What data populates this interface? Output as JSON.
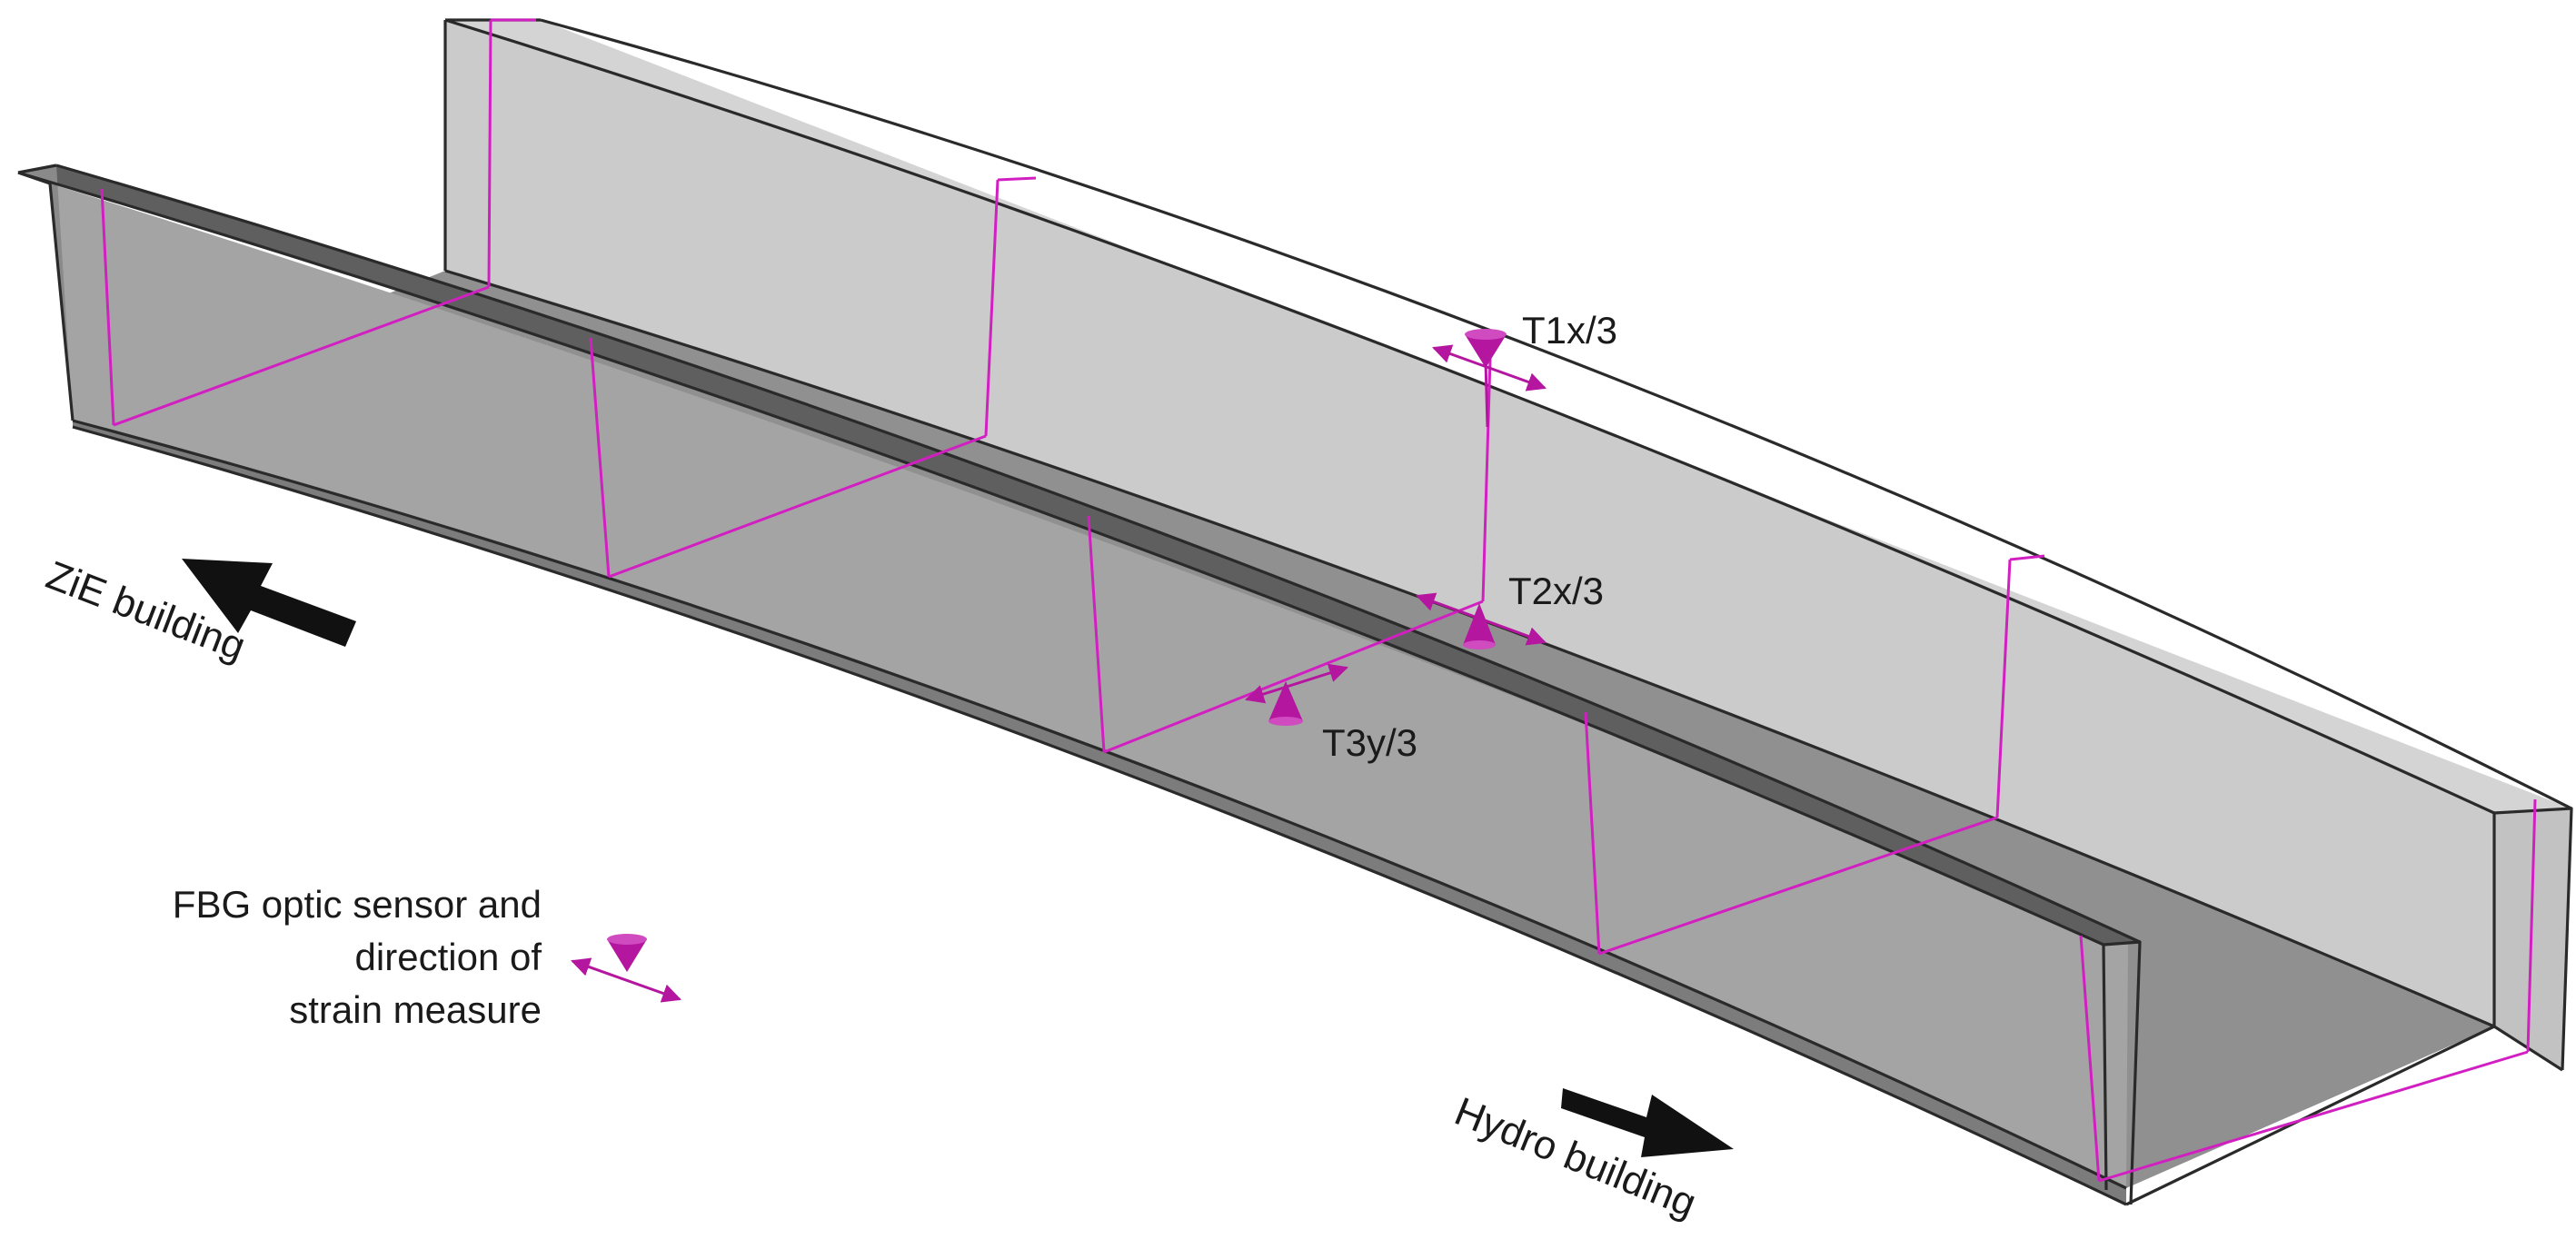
{
  "colors": {
    "wall_light": "#c9c9c9",
    "wall_far": "#cbcbcb",
    "floor": "#909090",
    "near_wall_inner": "#a6a6a6",
    "near_wall_outer": "#8f8f8f",
    "top_flange": "#5f5f5f",
    "edge": "#2a2a2a",
    "rib": "#d21fc2",
    "sensor": "#b4169f",
    "arrow": "#111111"
  },
  "sensors": [
    {
      "id": "T1",
      "label": "T1x/3",
      "cone_direction": "down"
    },
    {
      "id": "T2",
      "label": "T2x/3",
      "cone_direction": "up"
    },
    {
      "id": "T3",
      "label": "T3y/3",
      "cone_direction": "up"
    }
  ],
  "directions": {
    "left": {
      "label": "ZiE building",
      "arrow": "arrow-left"
    },
    "right": {
      "label": "Hydro building",
      "arrow": "arrow-right"
    }
  },
  "legend": {
    "lines": [
      "FBG optic sensor and",
      "direction of",
      "strain measure"
    ],
    "icon": "sensor-icon"
  }
}
